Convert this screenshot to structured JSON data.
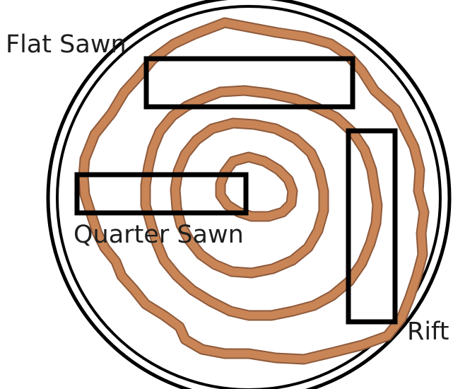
{
  "labels": {
    "flat_sawn": "Flat Sawn",
    "quarter_sawn": "Quarter Sawn",
    "rift": "Rift"
  },
  "colors": {
    "ring": "#c98556",
    "ring_core": "#8e5a3c",
    "outline": "#000000",
    "label": "#1e1e1e"
  }
}
